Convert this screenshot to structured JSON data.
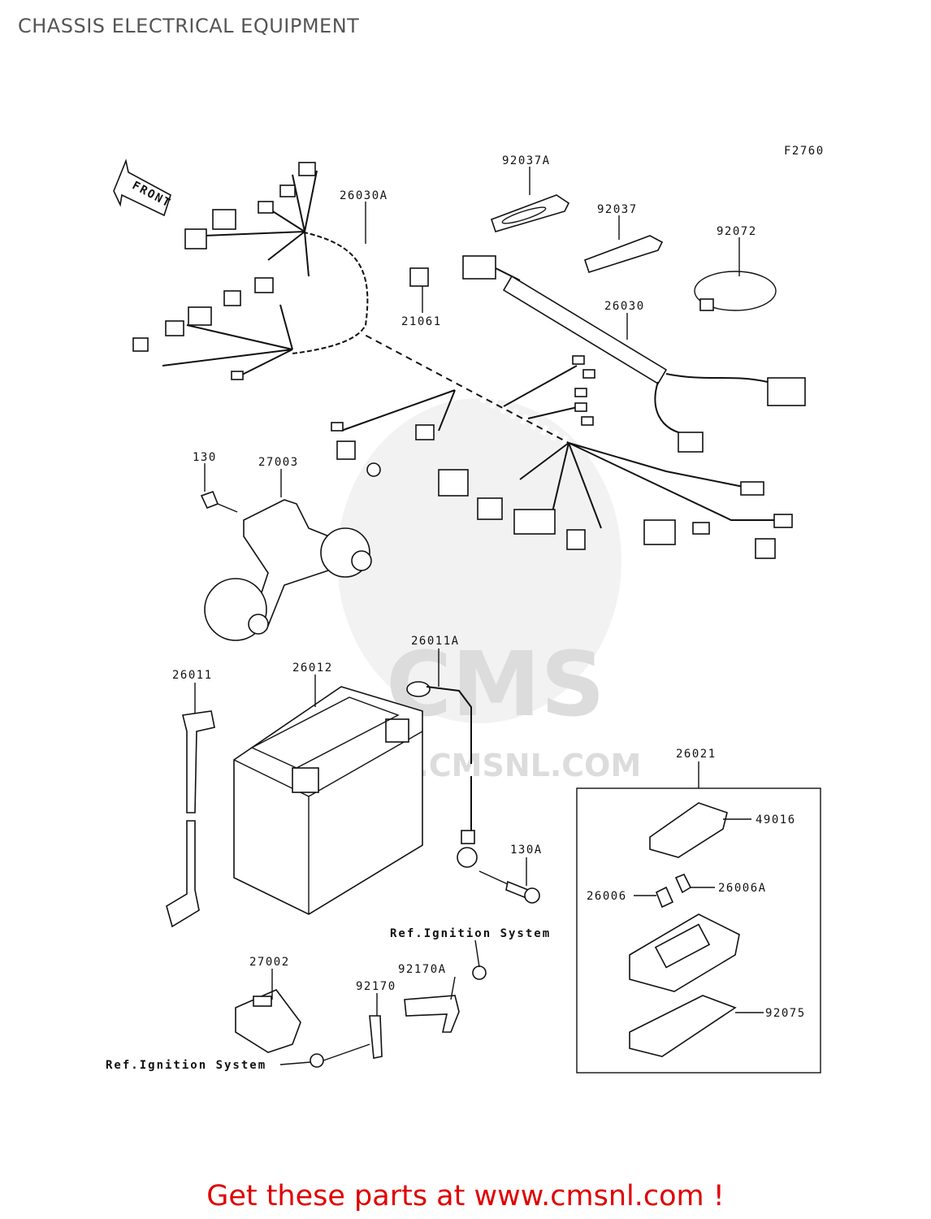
{
  "title": "CHASSIS ELECTRICAL EQUIPMENT",
  "figure_code": "F2760",
  "front_arrow_label": "FRONT",
  "watermark": {
    "brand": "CMS",
    "url": "WWW.CMSNL.COM"
  },
  "parts": [
    {
      "id": "p-92037a",
      "label": "92037A"
    },
    {
      "id": "p-92037",
      "label": "92037"
    },
    {
      "id": "p-92072",
      "label": "92072"
    },
    {
      "id": "p-26030a",
      "label": "26030A"
    },
    {
      "id": "p-21061",
      "label": "21061"
    },
    {
      "id": "p-26030",
      "label": "26030"
    },
    {
      "id": "p-130",
      "label": "130"
    },
    {
      "id": "p-27003",
      "label": "27003"
    },
    {
      "id": "p-26011a",
      "label": "26011A"
    },
    {
      "id": "p-26011",
      "label": "26011"
    },
    {
      "id": "p-26012",
      "label": "26012"
    },
    {
      "id": "p-26021",
      "label": "26021"
    },
    {
      "id": "p-49016",
      "label": "49016"
    },
    {
      "id": "p-130a",
      "label": "130A"
    },
    {
      "id": "p-26006",
      "label": "26006"
    },
    {
      "id": "p-26006a",
      "label": "26006A"
    },
    {
      "id": "p-92075",
      "label": "92075"
    },
    {
      "id": "p-27002",
      "label": "27002"
    },
    {
      "id": "p-92170a",
      "label": "92170A"
    },
    {
      "id": "p-92170",
      "label": "92170"
    }
  ],
  "references": [
    {
      "id": "ref-1",
      "label": "Ref.Ignition System"
    },
    {
      "id": "ref-2",
      "label": "Ref.Ignition System"
    }
  ],
  "footer": "Get these parts at www.cmsnl.com !"
}
